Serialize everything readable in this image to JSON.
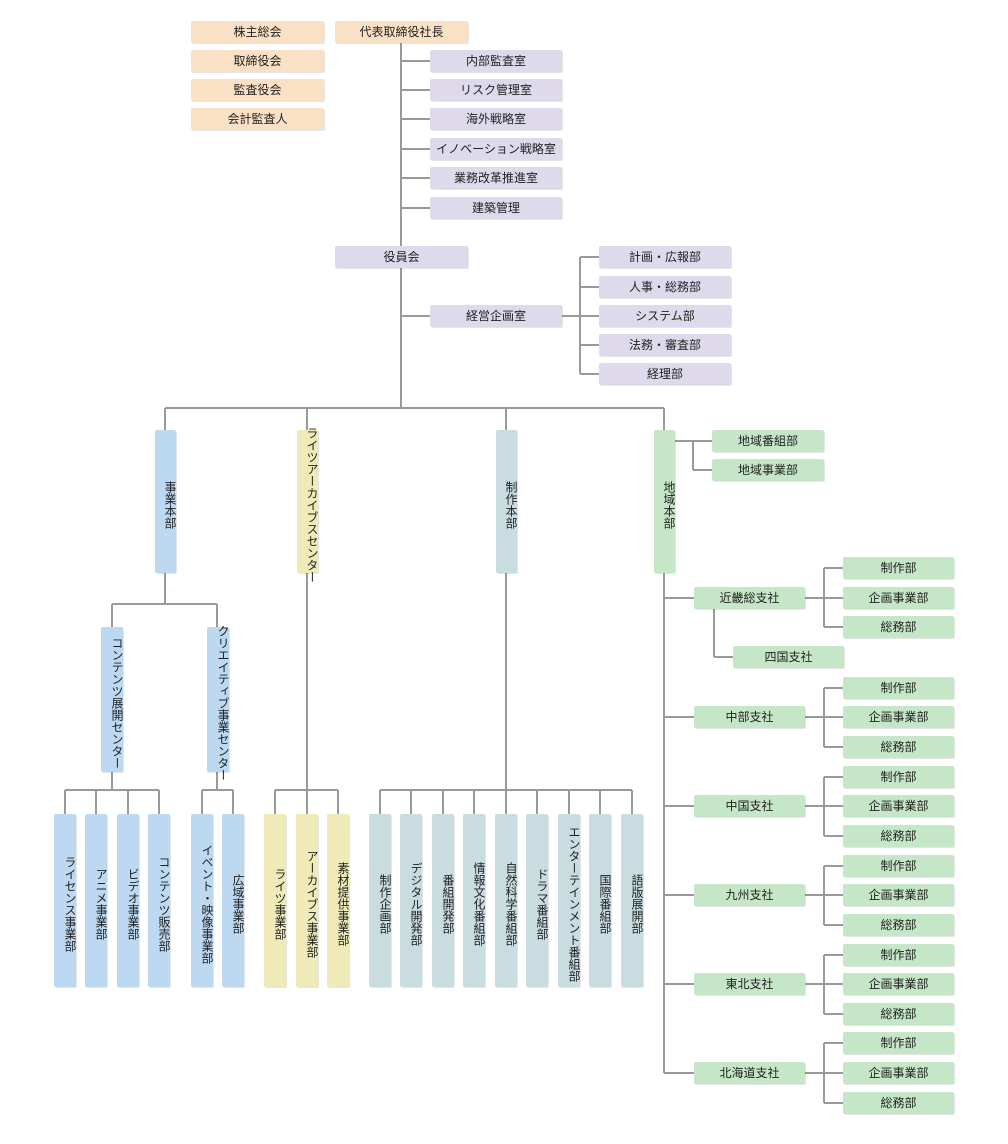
{
  "governance": {
    "shareholders": "株主総会",
    "board": "取締役会",
    "auditors": "監査役会",
    "accounting_auditor": "会計監査人"
  },
  "president": "代表取締役社長",
  "staff_offices": [
    "内部監査室",
    "リスク管理室",
    "海外戦略室",
    "イノベーション戦略室",
    "業務改革推進室",
    "建築管理"
  ],
  "executive_board": "役員会",
  "planning_office": "経営企画室",
  "planning_departments": [
    "計画・広報部",
    "人事・総務部",
    "システム部",
    "法務・審査部",
    "経理部"
  ],
  "divisions": {
    "jigyo": {
      "name": "事業本部",
      "centers": [
        {
          "name": "コンテンツ展開センター",
          "departments": [
            "ライセンス事業部",
            "アニメ事業部",
            "ビデオ事業部",
            "コンテンツ販売部"
          ]
        },
        {
          "name": "クリエイティブ事業センター",
          "departments": [
            "イベント・映像事業部",
            "広域事業部"
          ]
        }
      ]
    },
    "library": {
      "name": "ライツアーカイブスセンター",
      "departments": [
        "ライツ事業部",
        "アーカイブス事業部",
        "素材提供事業部"
      ]
    },
    "seisaku": {
      "name": "制作本部",
      "departments": [
        "制作企画部",
        "デジタル開発部",
        "番組開発部",
        "情報文化番組部",
        "自然科学番組部",
        "ドラマ番組部",
        "エンターテインメント番組部",
        "国際番組部",
        "語版展開部"
      ]
    },
    "chiiki": {
      "name": "地域本部",
      "departments": [
        "地域番組部",
        "地域事業部"
      ],
      "branches": [
        {
          "name": "近畿総支社",
          "departments": [
            "制作部",
            "企画事業部",
            "総務部"
          ],
          "sub_branch": "四国支社"
        },
        {
          "name": "中部支社",
          "departments": [
            "制作部",
            "企画事業部",
            "総務部"
          ]
        },
        {
          "name": "中国支社",
          "departments": [
            "制作部",
            "企画事業部",
            "総務部"
          ]
        },
        {
          "name": "九州支社",
          "departments": [
            "制作部",
            "企画事業部",
            "総務部"
          ]
        },
        {
          "name": "東北支社",
          "departments": [
            "制作部",
            "企画事業部",
            "総務部"
          ]
        },
        {
          "name": "北海道支社",
          "departments": [
            "制作部",
            "企画事業部",
            "総務部"
          ]
        }
      ]
    }
  }
}
